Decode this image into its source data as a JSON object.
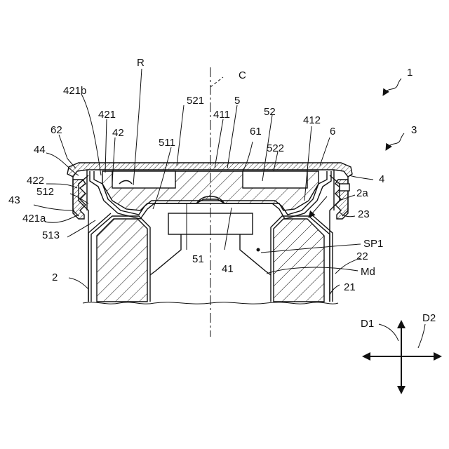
{
  "labels": {
    "R": "R",
    "C": "C",
    "n1": "1",
    "n421b": "421b",
    "n521": "521",
    "n5": "5",
    "n411": "411",
    "n52": "52",
    "n421": "421",
    "n412": "412",
    "n3": "3",
    "n62": "62",
    "n42": "42",
    "n511": "511",
    "n61": "61",
    "n6": "6",
    "n44": "44",
    "n522": "522",
    "n4": "4",
    "n422": "422",
    "n512": "512",
    "n2a": "2a",
    "n43": "43",
    "n23": "23",
    "n421a": "421a",
    "n513": "513",
    "SP1": "SP1",
    "n22": "22",
    "n51": "51",
    "n41": "41",
    "Md": "Md",
    "n2": "2",
    "n21": "21",
    "D1": "D1",
    "D2": "D2"
  }
}
